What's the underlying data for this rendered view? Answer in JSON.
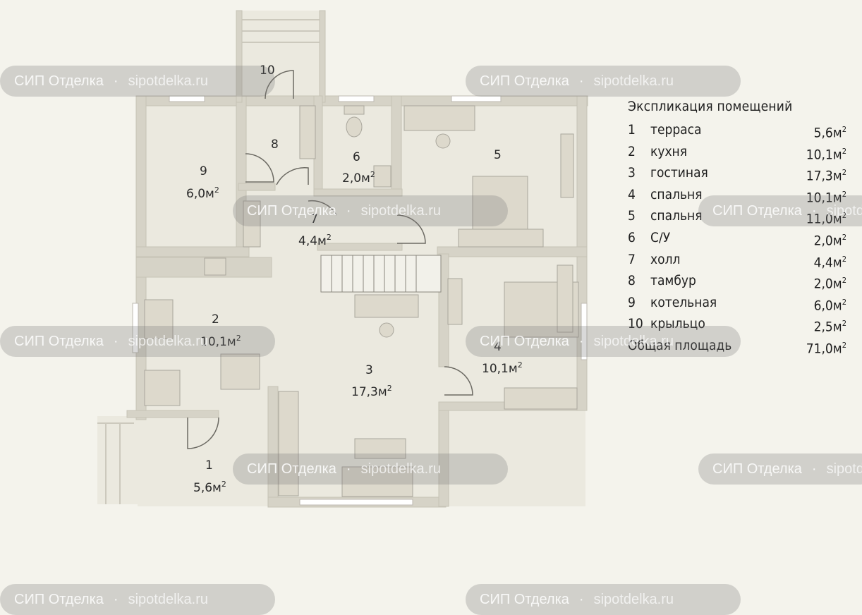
{
  "rooms": {
    "r1": {
      "num": "1",
      "area": "5,6м"
    },
    "r2": {
      "num": "2",
      "area": "10,1м"
    },
    "r3": {
      "num": "3",
      "area": "17,3м"
    },
    "r4": {
      "num": "4",
      "area": "10,1м"
    },
    "r5": {
      "num": "5"
    },
    "r6": {
      "num": "6",
      "area": "2,0м"
    },
    "r7": {
      "num": "7",
      "area": "4,4м"
    },
    "r8": {
      "num": "8"
    },
    "r9": {
      "num": "9",
      "area": "6,0м"
    },
    "r10": {
      "num": "10"
    },
    "sq": "2"
  },
  "legend": {
    "title": "Экспликация помещений",
    "items": [
      {
        "num": "1",
        "name": "терраса",
        "area": "5,6м"
      },
      {
        "num": "2",
        "name": "кухня",
        "area": "10,1м"
      },
      {
        "num": "3",
        "name": "гостиная",
        "area": "17,3м"
      },
      {
        "num": "4",
        "name": "спальня",
        "area": "10,1м"
      },
      {
        "num": "5",
        "name": "спальня",
        "area": "11,0м"
      },
      {
        "num": "6",
        "name": "С/У",
        "area": "2,0м"
      },
      {
        "num": "7",
        "name": "холл",
        "area": "4,4м"
      },
      {
        "num": "8",
        "name": "тамбур",
        "area": "2,0м"
      },
      {
        "num": "9",
        "name": "котельная",
        "area": "6,0м"
      },
      {
        "num": "10",
        "name": "крыльцо",
        "area": "2,5м"
      }
    ],
    "total_label": "Общая площадь",
    "total_area": "71,0м",
    "sq": "2"
  },
  "watermark": {
    "brand": "СИП Отделка",
    "sep": "·",
    "url": "sipotdelka.ru"
  }
}
